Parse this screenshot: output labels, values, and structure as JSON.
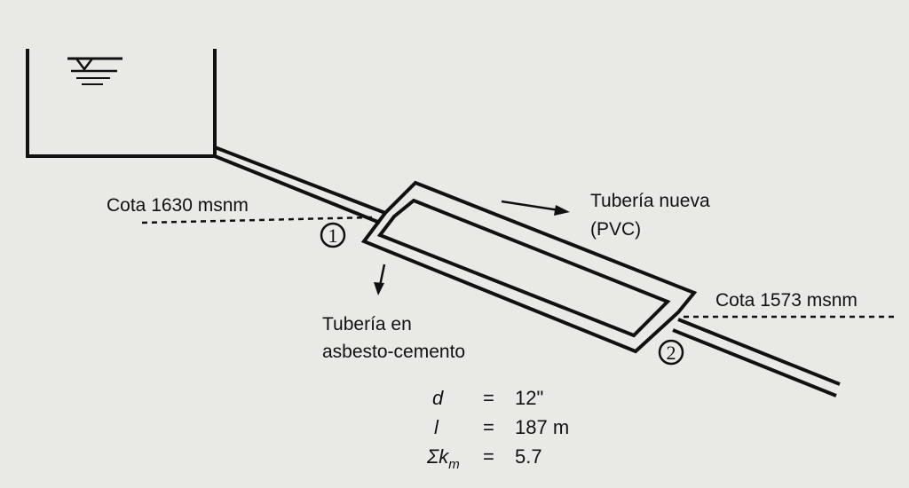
{
  "labels": {
    "cota_top": "Cota 1630 msnm",
    "cota_bottom": "Cota 1573 msnm",
    "new_pipe_line1": "Tubería nueva",
    "new_pipe_line2": "(PVC)",
    "old_pipe_line1": "Tubería en",
    "old_pipe_line2": "asbesto-cemento"
  },
  "nodes": {
    "node1": "1",
    "node2": "2"
  },
  "parameters": {
    "d": {
      "symbol": "d",
      "value": "12\""
    },
    "l": {
      "symbol": "l",
      "value": "187 m"
    },
    "km": {
      "symbol_prefix": "Σk",
      "subscript": "m",
      "value": "5.7"
    }
  },
  "colors": {
    "ink": "#111111",
    "paper": "#e9e9e6",
    "water": "#e9e9e6"
  }
}
